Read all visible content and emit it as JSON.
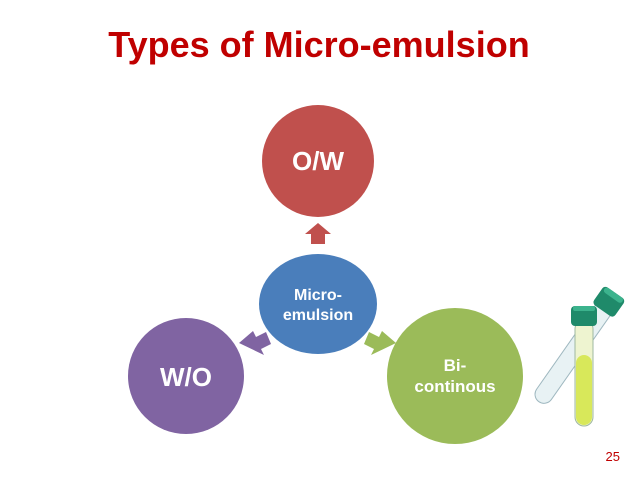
{
  "slide": {
    "title": "Types of Micro-emulsion",
    "page_number": "25"
  },
  "diagram": {
    "center": {
      "line1": "Micro-",
      "line2": "emulsion",
      "color": "#4a7ebb"
    },
    "top": {
      "label": "O/W",
      "color": "#c0504d"
    },
    "left": {
      "label": "W/O",
      "color": "#8064a2"
    },
    "right": {
      "line1": "Bi-",
      "line2": "continous",
      "color": "#9bbb59"
    }
  },
  "image": {
    "icon": "test-tubes-icon"
  }
}
